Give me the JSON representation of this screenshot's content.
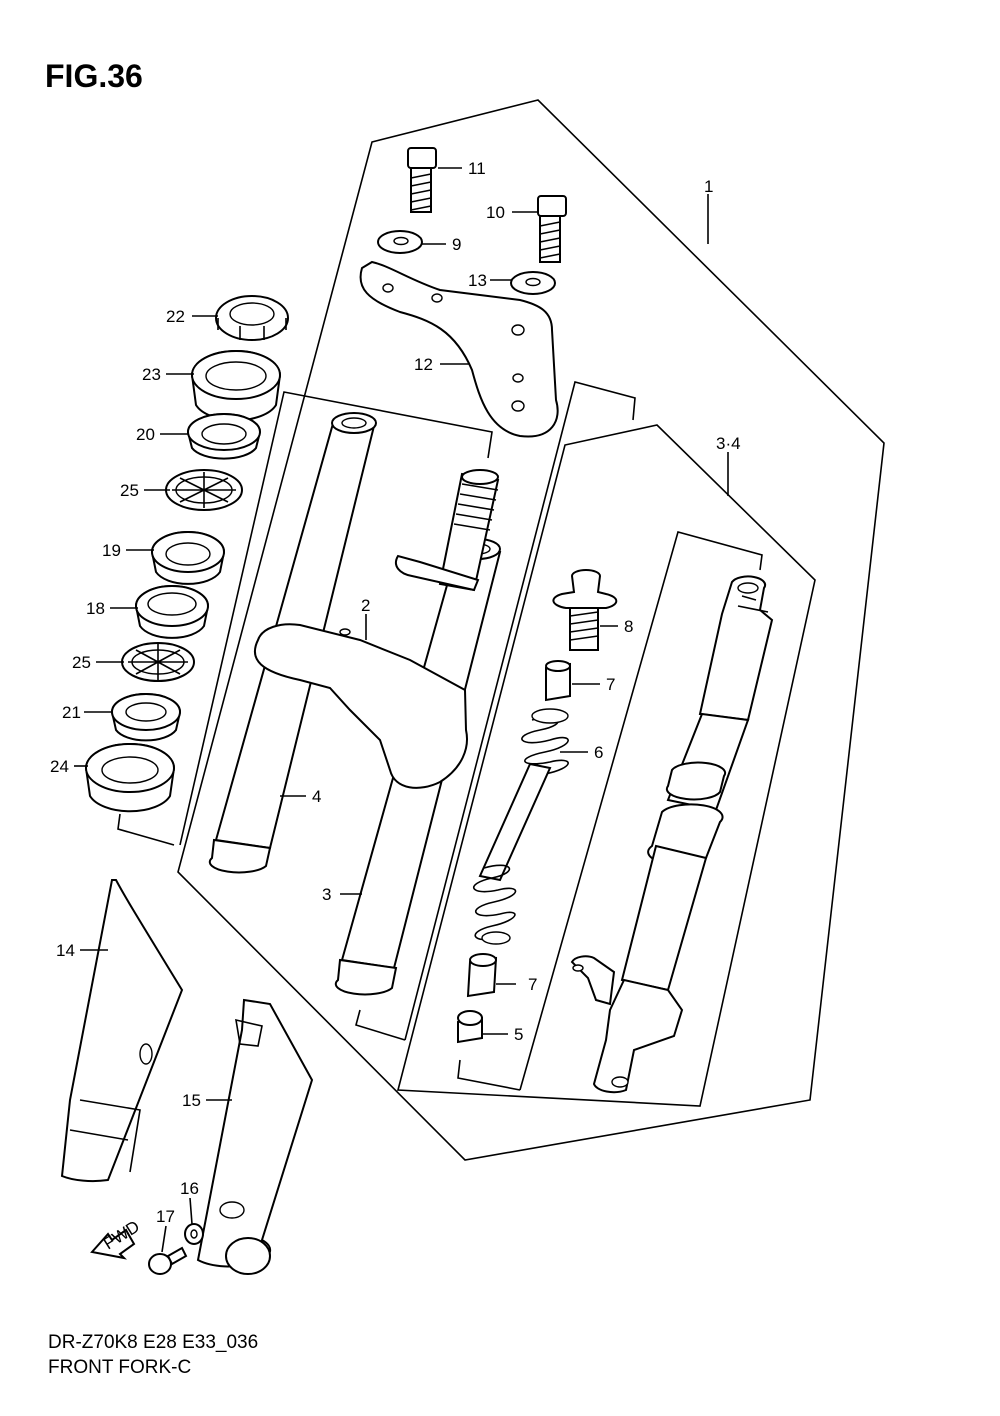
{
  "figure": {
    "title": "FIG.36",
    "model_code": "DR-Z70K8 E28 E33_036",
    "caption": "FRONT FORK-C"
  },
  "callouts": {
    "c1": "1",
    "c2": "2",
    "c3": "3",
    "c34": "3·4",
    "c4": "4",
    "c5": "5",
    "c6": "6",
    "c7a": "7",
    "c7b": "7",
    "c8": "8",
    "c9": "9",
    "c10": "10",
    "c11": "11",
    "c12": "12",
    "c13": "13",
    "c14": "14",
    "c15": "15",
    "c16": "16",
    "c17": "17",
    "c18": "18",
    "c19": "19",
    "c20": "20",
    "c21": "21",
    "c22": "22",
    "c23": "23",
    "c24": "24",
    "c25a": "25",
    "c25b": "25"
  },
  "direction_badge": "FWD"
}
